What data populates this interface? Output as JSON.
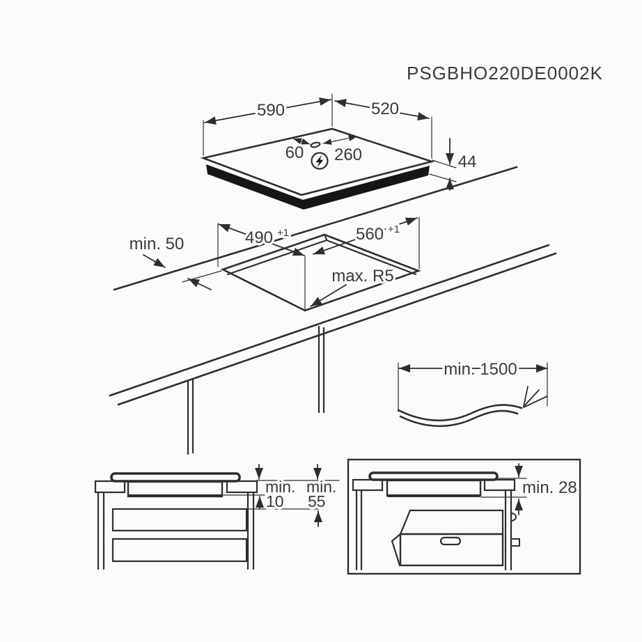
{
  "product_code": "PSGBHO220DE0002K",
  "colors": {
    "line": "#2e2e2e",
    "text": "#3a3a3a",
    "background": "#fbfbfb",
    "dark_fill": "#161616"
  },
  "hob_view": {
    "width": "590",
    "depth": "520",
    "supply_offset_left": "60",
    "supply_offset_right": "260",
    "height": "44",
    "power_icon": "lightning-bolt-circle"
  },
  "cutout_view": {
    "rear_clearance": "min. 50",
    "depth_value": "490",
    "depth_tolerance": "+1",
    "width_value": "560",
    "width_tolerance": "+1",
    "corner_radius": "max. R5"
  },
  "cable_view": {
    "length": "min. 1500"
  },
  "clearance_left_view": {
    "gap1_label": "min.",
    "gap1_value": "10",
    "gap2_label": "min.",
    "gap2_value": "55"
  },
  "clearance_oven_view": {
    "gap_label": "min. 28"
  }
}
